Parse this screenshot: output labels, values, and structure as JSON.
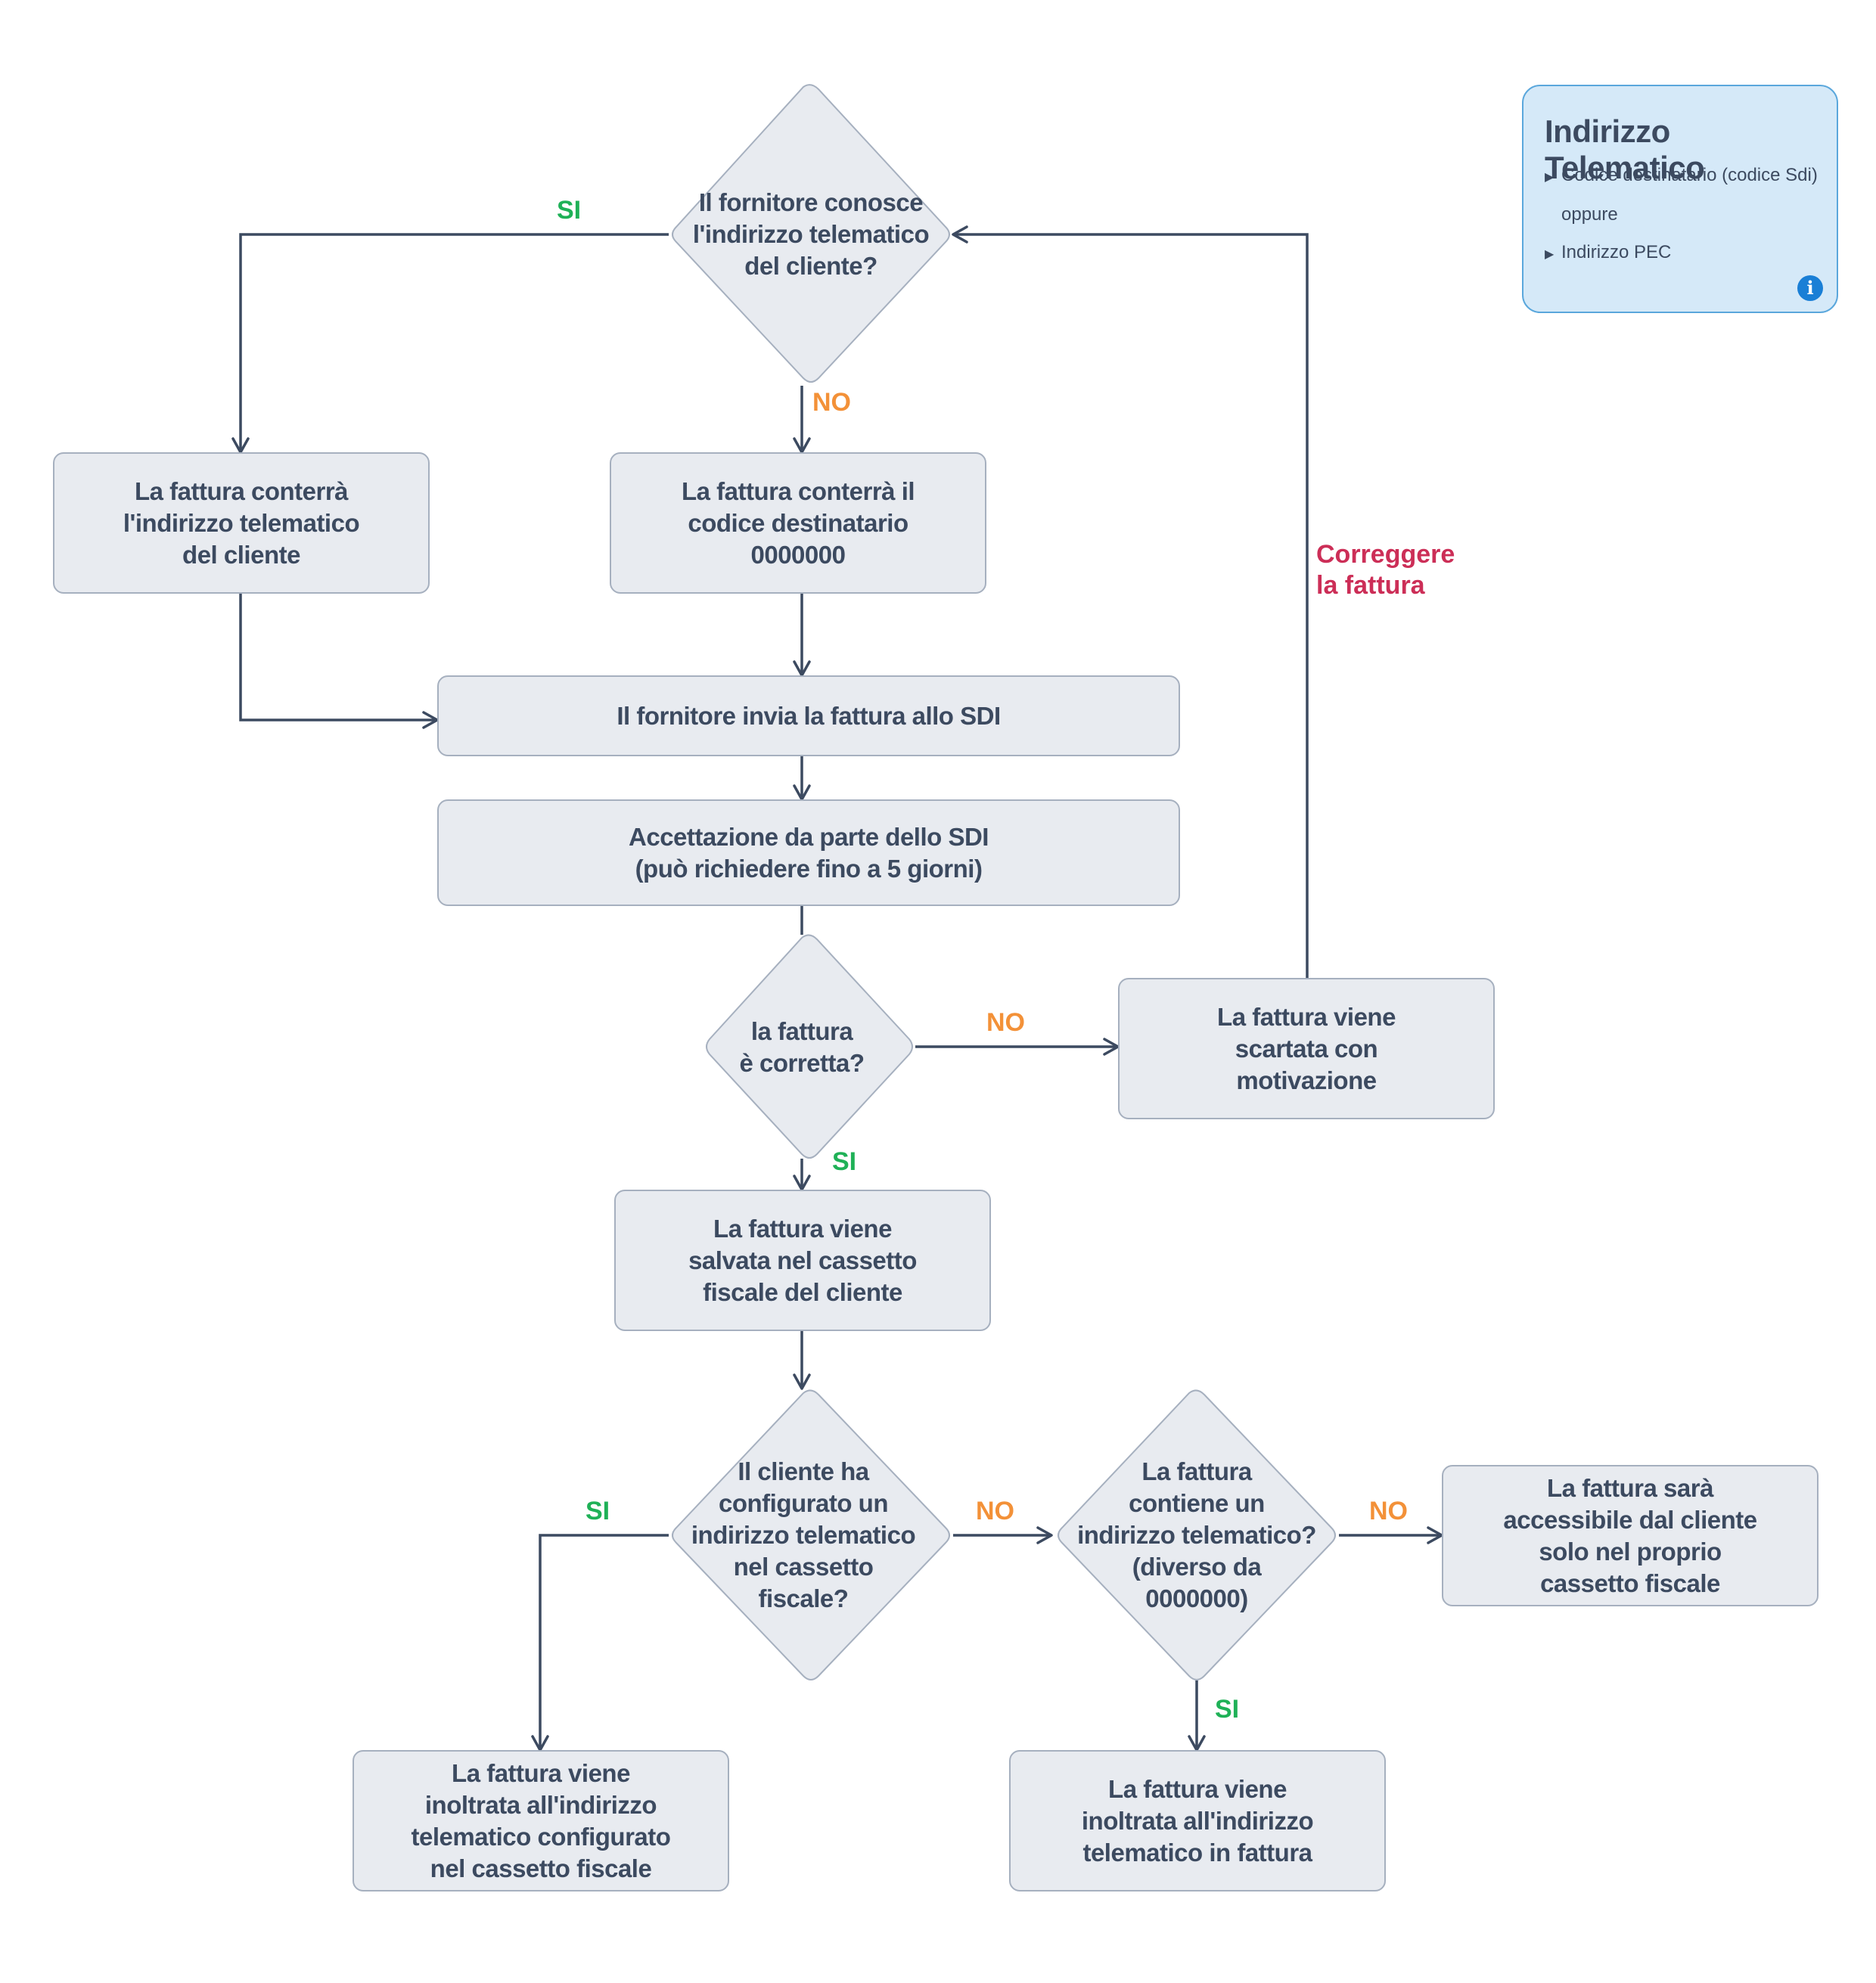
{
  "nodes": {
    "d1": "Il fornitore conosce\nl'indirizzo telematico\ndel cliente?",
    "b_left": "La fattura conterrà\nl'indirizzo telematico\ndel cliente",
    "b_mid": "La fattura conterrà il\ncodice destinatario\n0000000",
    "b_send": "Il fornitore invia la fattura allo SDI",
    "b_accept": "Accettazione da parte dello SDI\n(può richiedere fino a 5 giorni)",
    "d2": "la fattura\nè corretta?",
    "b_reject": "La fattura viene\nscartata con\nmotivazione",
    "b_saved": "La fattura viene\nsalvata nel cassetto\nfiscale del cliente",
    "d3": "Il cliente ha\nconfigurato un\nindirizzo telematico\nnel cassetto\nfiscale?",
    "d4": "La fattura\ncontiene un\nindirizzo telematico?\n(diverso da\n0000000)",
    "b_access": "La fattura sarà\naccessibile dal cliente\nsolo nel proprio\ncassetto fiscale",
    "b_fwd_config": "La fattura viene\ninoltrata all'indirizzo\ntelematico configurato\nnel cassetto fiscale",
    "b_fwd_invoice": "La fattura viene\ninoltrata all'indirizzo\ntelematico in fattura"
  },
  "labels": {
    "si1": "SI",
    "no1": "NO",
    "fix": "Correggere\nla fattura",
    "no2": "NO",
    "si2": "SI",
    "si3": "SI",
    "no3": "NO",
    "no4": "NO",
    "si4": "SI"
  },
  "info": {
    "title": "Indirizzo Telematico",
    "item1": "Codice destinatario (codice Sdi)",
    "or": "oppure",
    "item2": "Indirizzo PEC",
    "icon": "info-icon"
  },
  "colors": {
    "box_fill": "#e8ebf0",
    "box_border": "#a6b0bf",
    "text": "#3c4a60",
    "arrow": "#3c4a60",
    "yes": "#1fb157",
    "no": "#f39138",
    "correction": "#cc2e57",
    "info_fill": "#d5e9f8",
    "info_border": "#5aa7dc"
  }
}
